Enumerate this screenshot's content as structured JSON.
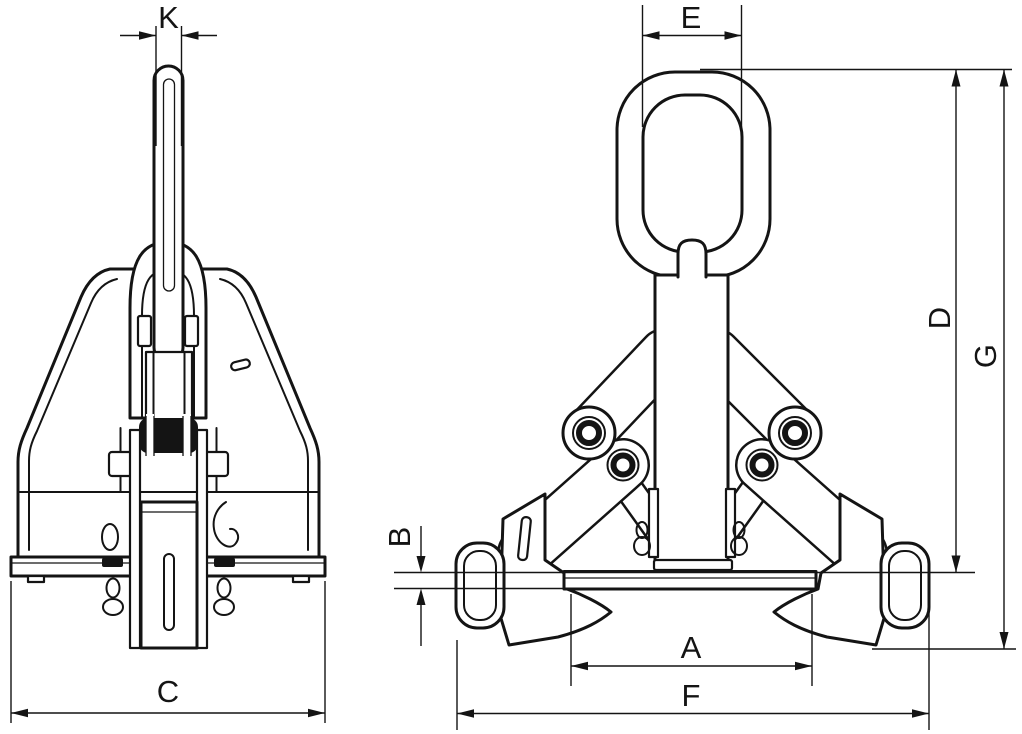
{
  "drawing": {
    "kind": "engineering-line-drawing",
    "subject": "scissor-type lifting clamp, two orthographic views",
    "views": [
      {
        "name": "side-view",
        "dimension_labels": [
          "K",
          "C"
        ]
      },
      {
        "name": "front-view",
        "dimension_labels": [
          "E",
          "B",
          "A",
          "F",
          "D",
          "G"
        ]
      }
    ]
  },
  "labels": {
    "K": "K",
    "C": "C",
    "E": "E",
    "B": "B",
    "A": "A",
    "F": "F",
    "D": "D",
    "G": "G"
  },
  "colors": {
    "line": "#141414",
    "background": "#ffffff"
  }
}
